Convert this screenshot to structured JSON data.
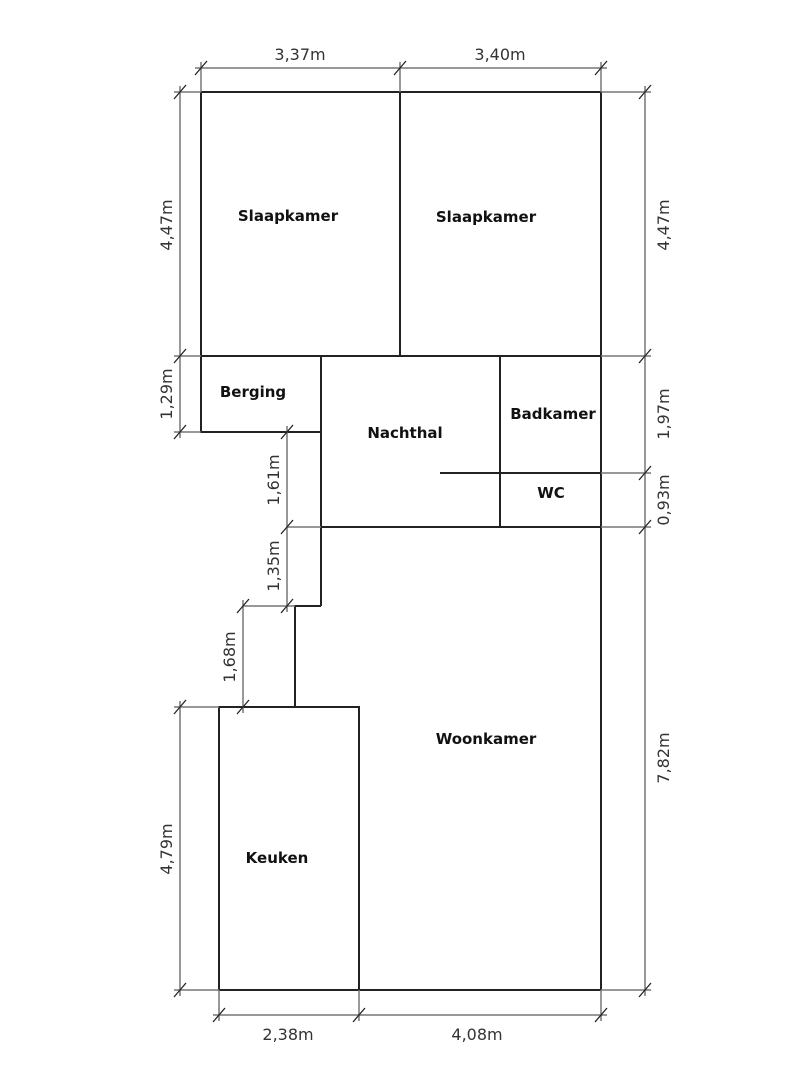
{
  "rooms": {
    "slaapkamer_1": "Slaapkamer",
    "slaapkamer_2": "Slaapkamer",
    "berging": "Berging",
    "nachthal": "Nachthal",
    "badkamer": "Badkamer",
    "wc": "WC",
    "woonkamer": "Woonkamer",
    "keuken": "Keuken"
  },
  "dimensions": {
    "top_left": "3,37m",
    "top_right": "3,40m",
    "left_slaapkamer": "4,47m",
    "left_berging": "1,29m",
    "corridor_upper": "1,61m",
    "corridor_lower": "1,35m",
    "corridor_step": "1,68m",
    "left_keuken": "4,79m",
    "right_slaapkamer": "4,47m",
    "right_badkamer": "1,97m",
    "right_wc": "0,93m",
    "right_woonkamer": "7,82m",
    "bottom_keuken": "2,38m",
    "bottom_woonkamer": "4,08m"
  }
}
